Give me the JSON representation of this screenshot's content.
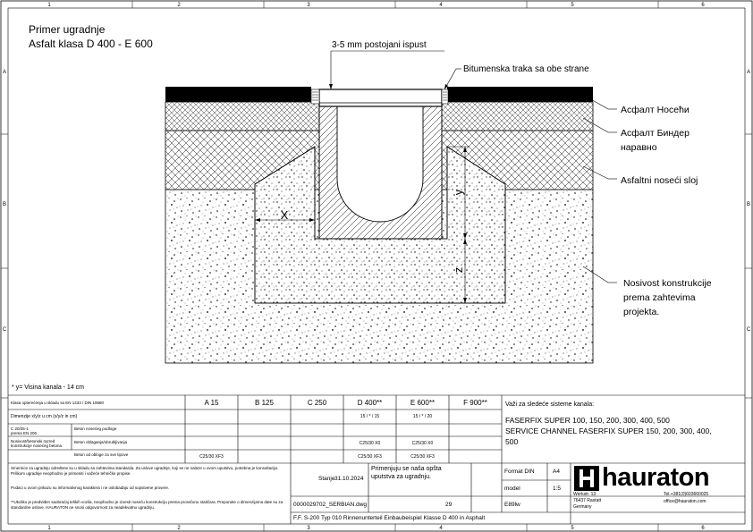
{
  "title": {
    "line1": "Primer ugradnje",
    "line2": "Asfalt klasa D 400 - E 600"
  },
  "frame": {
    "columns": [
      "1",
      "2",
      "3",
      "4",
      "5",
      "6"
    ],
    "rows": [
      "A",
      "B",
      "C"
    ]
  },
  "callouts": {
    "outflow": "3-5 mm postojani ispust",
    "bitumen_tape": "Bitumenska traka sa obe strane",
    "asphalt_wearing": "Асфалт Носећи",
    "asphalt_binder_1": "Асфалт Биндер",
    "asphalt_binder_2": "наравно",
    "asphalt_base": "Asfaltni noseći sloj",
    "bearing_1": "Nosivost konstrukcije",
    "bearing_2": "prema zahtevima",
    "bearing_3": "projekta."
  },
  "dims": {
    "x": "X",
    "y": "y",
    "z": "z"
  },
  "footnote": "* y= Visina kanala - 14 cm",
  "table": {
    "header_label": "Klasa opterećenja u skladu sa EN 1433 / DIN 19580",
    "classes": [
      "A 15",
      "B 125",
      "C 250",
      "D 400**",
      "E 600**",
      "F 900**"
    ],
    "row_dims_label": "Dimenzije x/y/z u cm (x/y/z in cm)",
    "dims_values": {
      "D400": "15 / * / 15",
      "E600": "15 / * / 20"
    },
    "row3_left_a": "C 20/25-1",
    "row3_left_b": "prema EN 206",
    "row3_label": "Beton nosećeg podloge",
    "row4_left_a": "Nosivost/betonski razred",
    "row4_left_b": "konstrukcije nosećeg betona",
    "row4_label": "Beton oblaganja/obrubljivanja",
    "row4_values": {
      "D400": "C25/30 X0",
      "E600": "C25/30 X0"
    },
    "row5_label": "Beton od obloge za sve tipove",
    "row5_values": {
      "B125": "C25/30 XF3",
      "D400": "C25/30 XF3",
      "E600": "C25/30 XF3"
    }
  },
  "systems": {
    "label": "Važi za sledeće sisteme kanala:",
    "line1": "FASERFIX SUPER 100, 150, 200, 300, 400, 500",
    "line2": "SERVICE CHANNEL FASERFIX SUPER 150, 200, 300, 400,",
    "line3": "500"
  },
  "notes": {
    "n1": "Smernice za ugradnju određene su u skladu sa zahtevima standarda. Za uslove ugradnje, koji se ne nalaze u ovom uputstvu, potrebna je konsultacija. Prilikom ugradnje neophodno je primeniti i važeće tehničke propise.",
    "n2": "Podaci u ovom prikazu su informativnog karaktera i ne oslobađaju od sopstvene provere.",
    "n3": "**Ukoliko je predviđen saobraćaj teških vozila, neophodno je izvesti noseću konstrukciju prema proračunu statičara. Preporuke o dimenzijama date su za standardne uslove. HAURATON ne snosi odgovornost za neadekvatnu ugradnju."
  },
  "titleblock": {
    "status_label": "Stanje",
    "date": "31.10.2024",
    "notice_1": "Primenjuju se naša opšta",
    "notice_2": "uputstva za ugradnju.",
    "format_label": "Format DIN",
    "format_value": "A4",
    "scale_label": "model",
    "scale_value": "1:5",
    "drawing_no": "0000029702_SERBIAN.dwg",
    "sheet_no": "29",
    "revision": "E89lw",
    "footer_title": "F.F. S-200 Typ 010 Rinnenunterteil Einbaubeispiel Klasse D 400 in Asphalt",
    "logo": "hauraton",
    "addr_1": "Werkstr. 13",
    "addr_2": "76437 Rastatt",
    "addr_3": "Germany",
    "tel": "Tel.+381(0)603660025",
    "email": "office@hauraton.com"
  }
}
